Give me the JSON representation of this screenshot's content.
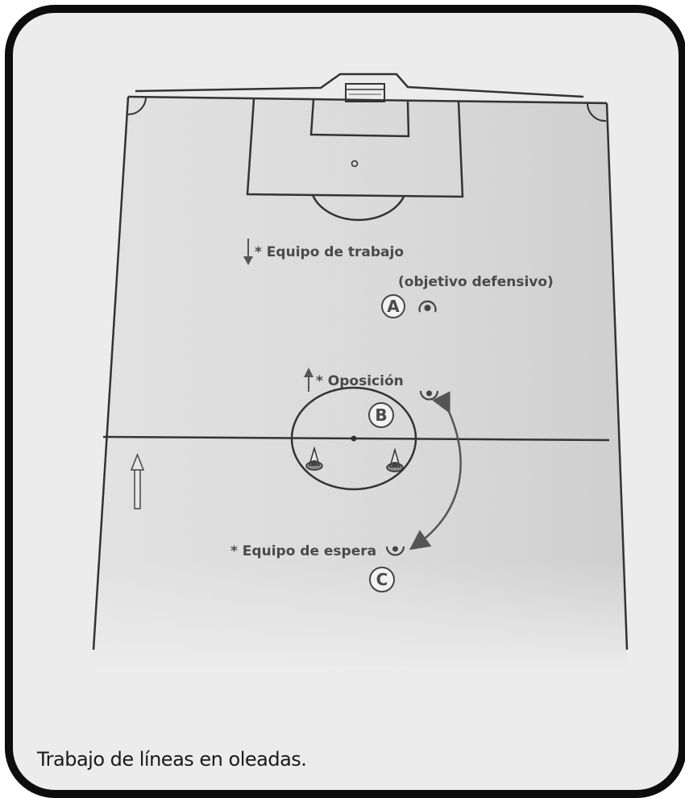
{
  "labels": {
    "working_team": "* Equipo de trabajo",
    "defensive_objective": "(objetivo defensivo)",
    "opposition": "* Oposición",
    "waiting_team": "* Equipo de espera"
  },
  "groups": {
    "a": "A",
    "b": "B",
    "c": "C"
  },
  "caption": "Trabajo de líneas en oleadas."
}
